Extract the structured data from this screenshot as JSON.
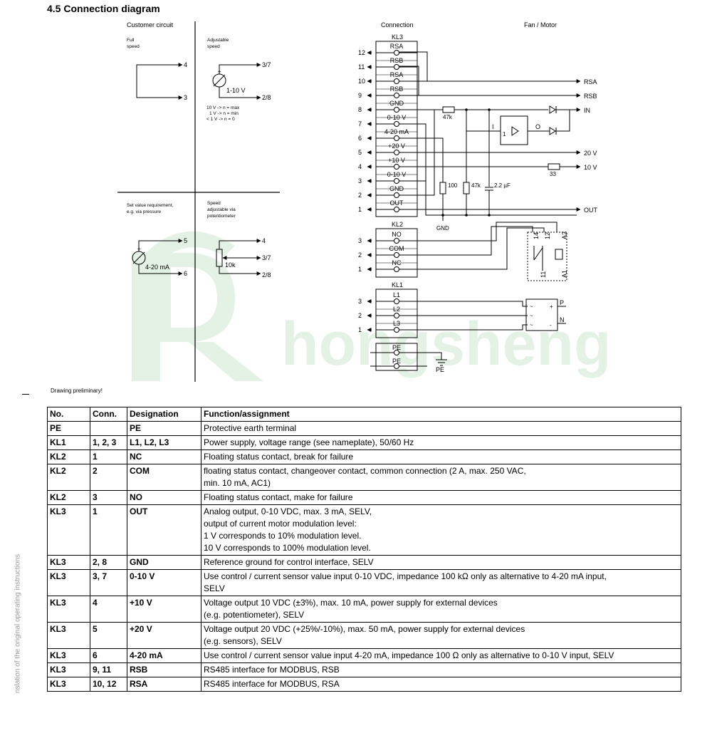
{
  "heading": "4.5 Connection diagram",
  "customer_circuit": {
    "title": "Customer circuit",
    "full_speed": [
      "Full",
      "speed"
    ],
    "adjustable_speed": [
      "Adjustable",
      "speed"
    ],
    "range_1_10": "1-10 V",
    "terminals_a": [
      "4",
      "3",
      "3/7",
      "2/8"
    ],
    "speed_notes": [
      "10 V -> n = max",
      "1 V -> n = min",
      "< 1 V -> n = 0"
    ],
    "set_value": [
      "Set value requirement,",
      "e.g. via pressure"
    ],
    "speed_pot": [
      "Speed",
      "adjustable via",
      "potentiometer"
    ],
    "range_4_20": "4-20 mA",
    "terminals_b": [
      "5",
      "6",
      "4",
      "3/7",
      "2/8"
    ],
    "pot_value": "10k"
  },
  "connection": {
    "title": "Connection",
    "fan_motor_title": "Fan / Motor",
    "kl3": {
      "label": "KL3",
      "numbers": [
        "12",
        "11",
        "10",
        "9",
        "8",
        "7",
        "6",
        "5",
        "4",
        "3",
        "2",
        "1"
      ],
      "names": [
        "RSA",
        "RSB",
        "RSA",
        "RSB",
        "GND",
        "0-10 V",
        "4-20 mA",
        "+20 V",
        "+10 V",
        "0-10 V",
        "GND",
        "OUT"
      ]
    },
    "kl2": {
      "label": "KL2",
      "numbers": [
        "3",
        "2",
        "1"
      ],
      "names": [
        "NO",
        "COM",
        "NC"
      ]
    },
    "kl1": {
      "label": "KL1",
      "numbers": [
        "3",
        "2",
        "1"
      ],
      "names": [
        "L1",
        "L2",
        "L3"
      ]
    },
    "pe": {
      "names": [
        "PE",
        "PE"
      ],
      "ground_label": "PE"
    },
    "outputs": [
      "RSA",
      "RSB",
      "IN",
      "20 V",
      "10 V",
      "OUT"
    ],
    "components": {
      "r47k_top": "47k",
      "r100": "100",
      "r47k": "47k",
      "cap": "2.2 µF",
      "r33": "33",
      "gnd": "GND",
      "amp_i": "I",
      "amp_1": "1",
      "amp_o": "O"
    },
    "relay": [
      "14",
      "12",
      "A2",
      "11",
      "A1"
    ],
    "mains": [
      "P",
      "N"
    ]
  },
  "watermark": "hongsheng",
  "drawing_note": "Drawing preliminary!",
  "side_note": "nslation of the original operating instructions",
  "table": {
    "headers": [
      "No.",
      "Conn.",
      "Designation",
      "Function/assignment"
    ],
    "rows": [
      {
        "no": "PE",
        "conn": "",
        "designation": "PE",
        "function": [
          "Protective earth terminal"
        ]
      },
      {
        "no": "KL1",
        "conn": "1, 2, 3",
        "designation": "L1, L2, L3",
        "function": [
          "Power supply, voltage range (see nameplate), 50/60 Hz"
        ]
      },
      {
        "no": "KL2",
        "conn": "1",
        "designation": "NC",
        "function": [
          "Floating status contact, break for failure"
        ]
      },
      {
        "no": "KL2",
        "conn": "2",
        "designation": "COM",
        "function": [
          "floating status contact, changeover contact, common connection (2 A, max. 250 VAC,",
          "min. 10 mA, AC1)"
        ]
      },
      {
        "no": "KL2",
        "conn": "3",
        "designation": "NO",
        "function": [
          "Floating status contact, make for failure"
        ]
      },
      {
        "no": "KL3",
        "conn": "1",
        "designation": "OUT",
        "function": [
          "Analog output, 0-10 VDC, max. 3 mA, SELV,",
          "output of current motor modulation level:",
          "1 V corresponds to 10% modulation level.",
          "10 V corresponds to 100% modulation level."
        ]
      },
      {
        "no": "KL3",
        "conn": "2, 8",
        "designation": "GND",
        "function": [
          "Reference ground for control interface, SELV"
        ]
      },
      {
        "no": "KL3",
        "conn": "3, 7",
        "designation": "0-10 V",
        "function": [
          "Use control / current sensor value input 0-10 VDC, impedance 100 kΩ only as alternative to 4-20 mA input,",
          "SELV"
        ]
      },
      {
        "no": "KL3",
        "conn": "4",
        "designation": "+10 V",
        "function": [
          "Voltage output 10 VDC (±3%), max. 10 mA, power supply for external devices",
          "(e.g. potentiometer), SELV"
        ]
      },
      {
        "no": "KL3",
        "conn": "5",
        "designation": "+20 V",
        "function": [
          "Voltage output 20 VDC (+25%/-10%), max. 50 mA, power supply for external devices",
          "(e.g. sensors), SELV"
        ]
      },
      {
        "no": "KL3",
        "conn": "6",
        "designation": "4-20 mA",
        "function": [
          "Use control / current sensor value input 4-20 mA, impedance 100 Ω only as alternative to 0-10 V input, SELV"
        ]
      },
      {
        "no": "KL3",
        "conn": "9, 11",
        "designation": "RSB",
        "function": [
          "RS485 interface for MODBUS, RSB"
        ]
      },
      {
        "no": "KL3",
        "conn": "10, 12",
        "designation": "RSA",
        "function": [
          "RS485 interface for MODBUS, RSA"
        ]
      }
    ]
  }
}
